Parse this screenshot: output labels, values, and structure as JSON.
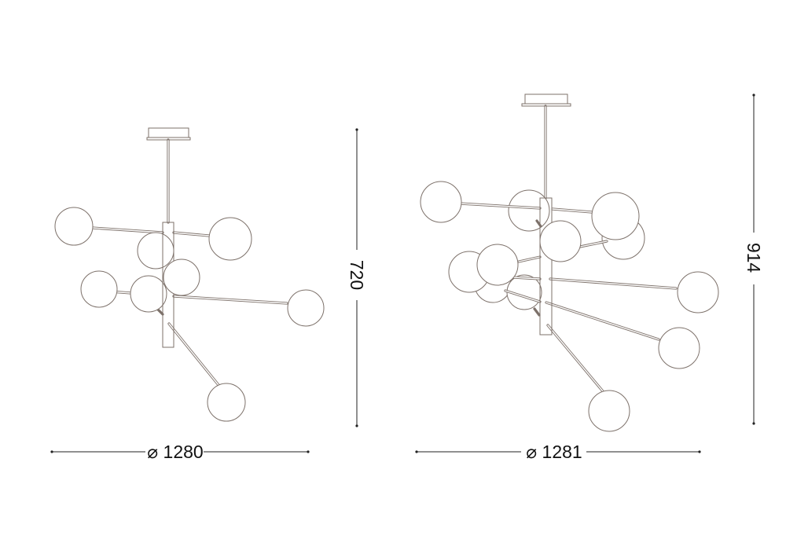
{
  "drawings": [
    {
      "name": "small-chandelier",
      "height_label": "720",
      "diameter_label": "⌀ 1280"
    },
    {
      "name": "large-chandelier",
      "height_label": "914",
      "diameter_label": "⌀ 1281"
    }
  ],
  "colors": {
    "line": "#7d716a",
    "dimension": "#222222"
  }
}
